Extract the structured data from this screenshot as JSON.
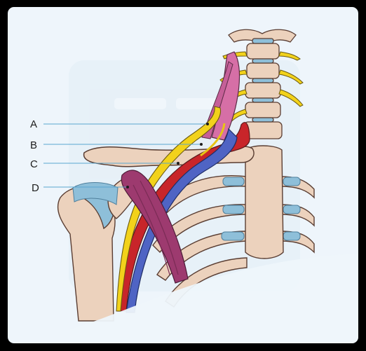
{
  "colors": {
    "page_background": "#000000",
    "card_background": "#eef5fb",
    "leader_line": "#5aa6cf",
    "nerve": "#f2d21b",
    "artery": "#c8252a",
    "vein": "#4f64c4",
    "muscle": "#9d3a6f",
    "bone": "#ecd2bd",
    "cartilage": "#8ebfd9"
  },
  "labels": [
    {
      "id": "A",
      "text": "A",
      "structure_icon": "nerve-plexus"
    },
    {
      "id": "B",
      "text": "B",
      "structure_icon": "artery"
    },
    {
      "id": "C",
      "text": "C",
      "structure_icon": "vein"
    },
    {
      "id": "D",
      "text": "D",
      "structure_icon": "muscle"
    }
  ]
}
